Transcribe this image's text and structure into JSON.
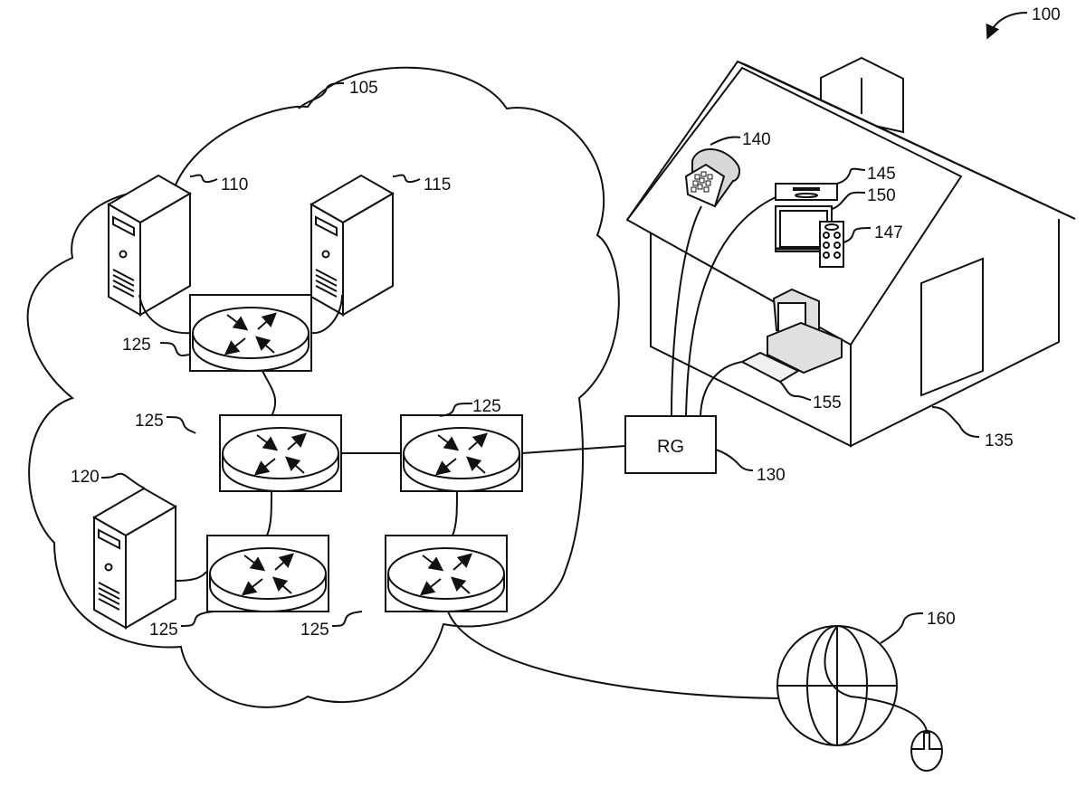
{
  "figure": {
    "figure_ref": "100",
    "network_ref": "105",
    "servers": [
      {
        "ref": "110",
        "label": "server"
      },
      {
        "ref": "115",
        "label": "server"
      },
      {
        "ref": "120",
        "label": "server"
      }
    ],
    "routers": [
      {
        "ref": "125"
      },
      {
        "ref": "125"
      },
      {
        "ref": "125"
      },
      {
        "ref": "125"
      },
      {
        "ref": "125"
      }
    ],
    "gateway": {
      "ref": "130",
      "text": "RG"
    },
    "premises": {
      "ref": "135"
    },
    "devices": [
      {
        "ref": "140",
        "label": "telephone"
      },
      {
        "ref": "145",
        "label": "set-top box"
      },
      {
        "ref": "147",
        "label": "remote control"
      },
      {
        "ref": "150",
        "label": "television"
      },
      {
        "ref": "155",
        "label": "computer"
      },
      {
        "ref": "160",
        "label": "internet"
      }
    ]
  }
}
